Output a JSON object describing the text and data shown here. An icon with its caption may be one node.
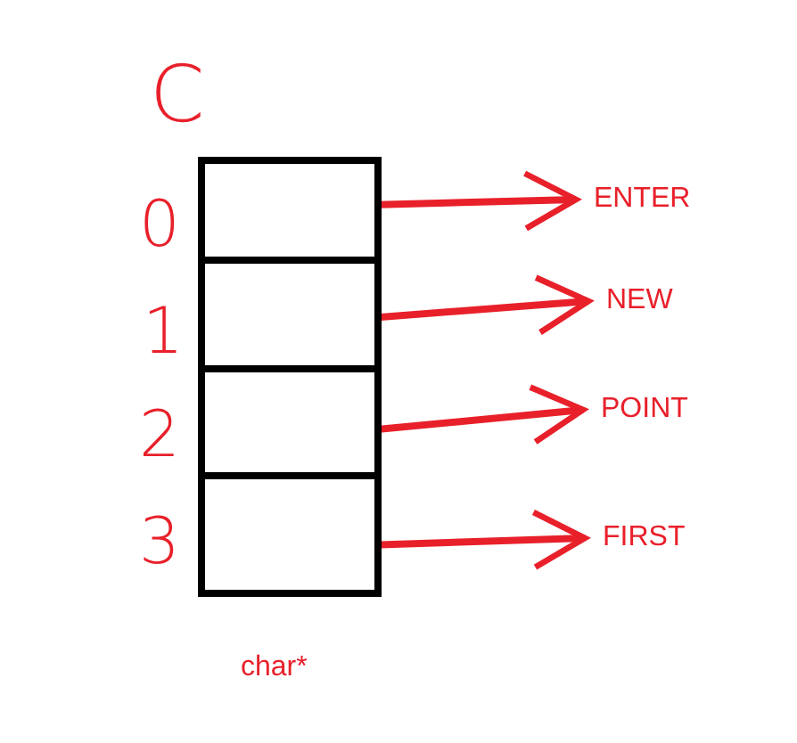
{
  "diagram": {
    "nodes": [
      {
        "text": [],
        "shape": "box"
      },
      {
        "text": [],
        "shape": "box"
      },
      {
        "text": [],
        "shape": "box"
      },
      {
        "text": [],
        "shape": "box"
      },
      {
        "text": [
          "ENTER"
        ]
      },
      {
        "text": [
          "NEW"
        ]
      },
      {
        "text": [
          "POINT"
        ]
      },
      {
        "text": [
          "FIRST"
        ]
      }
    ],
    "edges": [
      {
        "from": 0,
        "to": 4,
        "arrow": "to"
      },
      {
        "from": 1,
        "to": 5,
        "arrow": "to"
      },
      {
        "from": 2,
        "to": 6,
        "arrow": "to"
      },
      {
        "from": 3,
        "to": 7,
        "arrow": "to"
      }
    ],
    "labels": [
      "C",
      "0",
      "1",
      "2",
      "3",
      "char*"
    ]
  }
}
